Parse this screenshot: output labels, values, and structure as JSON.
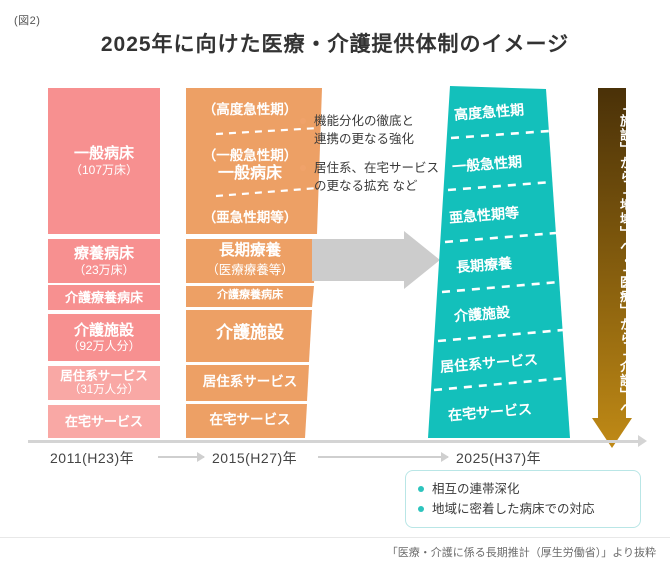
{
  "figure_number": "(図2)",
  "title": "2025年に向けた医療・介護提供体制のイメージ",
  "footer": "「医療・介護に係る長期推計（厚生労働省）」より抜粋",
  "colors": {
    "pink": "#f79090",
    "pink_light": "#f9a8a5",
    "orange": "#eda065",
    "orange_light": "#f0b183",
    "teal": "#13c0bb",
    "amber_top": "#4a3108",
    "amber_bottom": "#c08a16",
    "gray_arrow": "#cccccc",
    "axis": "#d4d4d4",
    "legend_border": "#b9e6e6",
    "bullet_orange": "#f0a26a",
    "bullet_teal": "#2dc4bd"
  },
  "columns": {
    "y2011": {
      "year_label": "2011(H23)年",
      "blocks": [
        {
          "name": "general-beds",
          "line1": "一般病床",
          "line2": "（107万床）"
        },
        {
          "name": "long-term-care-beds",
          "line1": "療養病床",
          "line2": "（23万床）"
        },
        {
          "name": "nursing-care-beds",
          "line1": "介護療養病床",
          "line2": ""
        },
        {
          "name": "care-facilities",
          "line1": "介護施設",
          "line2": "（92万人分）"
        },
        {
          "name": "residential-services",
          "line1": "居住系サービス",
          "line2": "（31万人分）"
        },
        {
          "name": "home-services",
          "line1": "在宅サービス",
          "line2": ""
        }
      ]
    },
    "y2015": {
      "year_label": "2015(H27)年",
      "blocks": [
        {
          "name": "advanced-acute",
          "line1": "（高度急性期）",
          "line2": ""
        },
        {
          "name": "general-acute",
          "line1": "（一般急性期）",
          "line2": "一般病床"
        },
        {
          "name": "subacute",
          "line1": "（亜急性期等）",
          "line2": ""
        },
        {
          "name": "long-term-care",
          "line1": "長期療養",
          "line2": "（医療療養等）"
        },
        {
          "name": "nursing-care-beds",
          "line1": "介護療養病床",
          "line2": ""
        },
        {
          "name": "care-facilities",
          "line1": "介護施設",
          "line2": ""
        },
        {
          "name": "residential-services",
          "line1": "居住系サービス",
          "line2": ""
        },
        {
          "name": "home-services",
          "line1": "在宅サービス",
          "line2": ""
        }
      ]
    },
    "y2025": {
      "year_label": "2025(H37)年",
      "blocks": [
        {
          "name": "advanced-acute",
          "label": "高度急性期"
        },
        {
          "name": "general-acute",
          "label": "一般急性期"
        },
        {
          "name": "subacute",
          "label": "亜急性期等"
        },
        {
          "name": "long-term-care",
          "label": "長期療養"
        },
        {
          "name": "care-facilities",
          "label": "介護施設"
        },
        {
          "name": "residential-services",
          "label": "居住系サービス"
        },
        {
          "name": "home-services",
          "label": "在宅サービス"
        }
      ]
    }
  },
  "mid_bullets": [
    {
      "line1": "機能分化の徹底と",
      "line2": "連携の更なる強化"
    },
    {
      "line1": "居住系、在宅サービス",
      "line2": "の更なる拡充 など"
    }
  ],
  "vertical_arrow": {
    "text": "「施設」から「地域」へ・「医療」から「介護」へ"
  },
  "legend": {
    "items": [
      {
        "label": "相互の連帯深化"
      },
      {
        "label": "地域に密着した病床での対応"
      }
    ]
  }
}
